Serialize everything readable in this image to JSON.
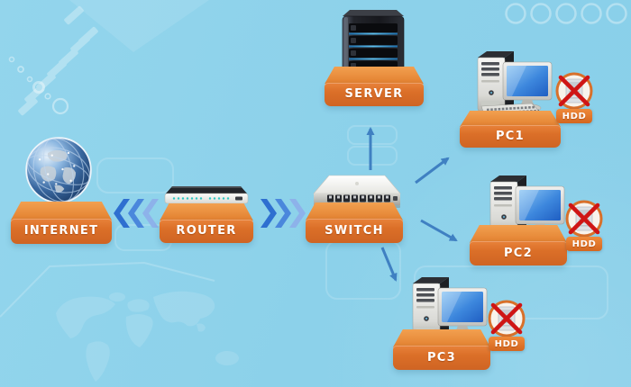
{
  "diagram_type": "network-topology",
  "nodes": {
    "internet": {
      "label": "INTERNET",
      "device": "globe"
    },
    "router": {
      "label": "ROUTER",
      "device": "router"
    },
    "switch": {
      "label": "SWITCH",
      "device": "switch"
    },
    "server": {
      "label": "SERVER",
      "device": "server-tower"
    },
    "pc1": {
      "label": "PC1",
      "device": "desktop-computer",
      "hdd": "HDD",
      "hdd_state": "disabled"
    },
    "pc2": {
      "label": "PC2",
      "device": "desktop-computer",
      "hdd": "HDD",
      "hdd_state": "disabled"
    },
    "pc3": {
      "label": "PC3",
      "device": "desktop-computer",
      "hdd": "HDD",
      "hdd_state": "disabled"
    }
  },
  "connections": [
    {
      "from": "router",
      "to": "internet",
      "style": "triple-chevrons-left"
    },
    {
      "from": "router",
      "to": "switch",
      "style": "triple-chevrons-right"
    },
    {
      "from": "switch",
      "to": "server",
      "style": "arrow"
    },
    {
      "from": "switch",
      "to": "pc1",
      "style": "arrow"
    },
    {
      "from": "switch",
      "to": "pc2",
      "style": "arrow"
    },
    {
      "from": "switch",
      "to": "pc3",
      "style": "arrow"
    }
  ],
  "colors": {
    "background": "#8cd1ea",
    "platform_top": "#ec9543",
    "platform_front": "#db6f28",
    "label_text": "#ffffff",
    "arrow": "#3f80c2",
    "chevron_dark": "#2e6fd0",
    "chevron_mid": "#4a87dc",
    "chevron_light": "#8db2ea",
    "hdd_cross": "#cf1515",
    "hdd_badge": "#e0762c"
  }
}
